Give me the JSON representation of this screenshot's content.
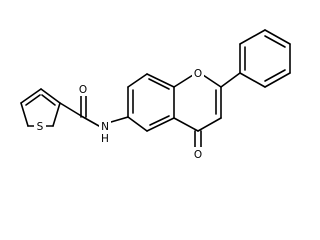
{
  "molecule": {
    "atoms": {
      "sulfur": "S",
      "amide_oxygen": "O",
      "amide_nitrogen": "N",
      "amide_hydrogen": "H",
      "ring_oxygen": "O",
      "ketone_oxygen": "O"
    }
  }
}
